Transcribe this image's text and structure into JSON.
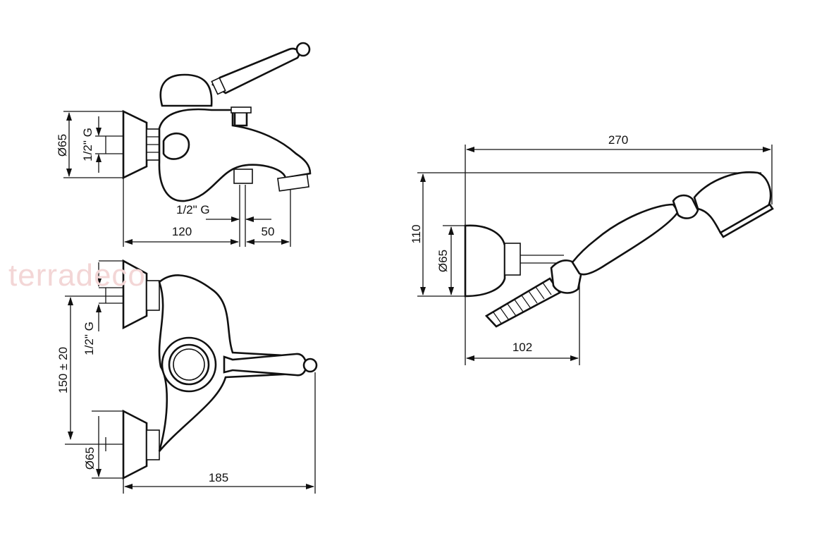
{
  "watermark": "terradeco",
  "front_view": {
    "flange_diameter": "Ø65",
    "inlet_thread": "1/2\" G",
    "spout_thread": "1/2\" G",
    "length_to_spout": "120",
    "spout_offset": "50"
  },
  "top_view": {
    "inlet_thread": "1/2\" G",
    "center_distance": "150 ± 20",
    "flange_diameter": "Ø65",
    "total_depth": "185"
  },
  "hand_shower": {
    "length": "270",
    "height": "110",
    "holder_diameter": "Ø65",
    "holder_projection": "102"
  }
}
